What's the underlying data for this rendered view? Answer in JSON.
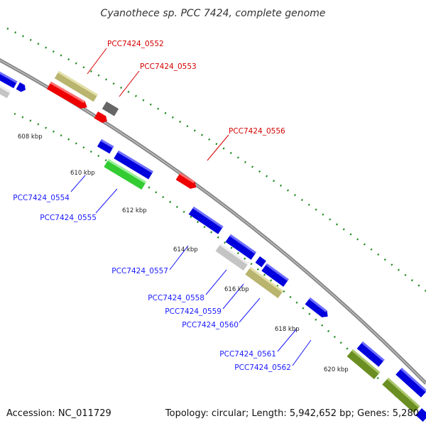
{
  "title": "Cyanothece sp. PCC 7424, complete genome",
  "footer": {
    "accession": "Accession: NC_011729",
    "topology": "Topology: circular; Length: 5,942,652 bp; Genes: 5,280"
  },
  "scale_labels": [
    "608 kbp",
    "610 kbp",
    "612 kbp",
    "614 kbp",
    "616 kbp",
    "618 kbp",
    "620 kbp"
  ],
  "genes": [
    {
      "id": "PCC7424_0552",
      "color": "red"
    },
    {
      "id": "PCC7424_0553",
      "color": "red"
    },
    {
      "id": "PCC7424_0556",
      "color": "red"
    },
    {
      "id": "PCC7424_0554",
      "color": "blue"
    },
    {
      "id": "PCC7424_0555",
      "color": "blue"
    },
    {
      "id": "PCC7424_0557",
      "color": "blue"
    },
    {
      "id": "PCC7424_0558",
      "color": "blue"
    },
    {
      "id": "PCC7424_0559",
      "color": "blue"
    },
    {
      "id": "PCC7424_0560",
      "color": "blue"
    },
    {
      "id": "PCC7424_0561",
      "color": "blue"
    },
    {
      "id": "PCC7424_0562",
      "color": "blue"
    }
  ],
  "colors": {
    "backbone": "#8a8a8a",
    "gc_ticks": "#1f8a1f",
    "blue_feature": "#0000dd",
    "red_feature": "#ee0000",
    "khaki_feature": "#b9b46e",
    "green_feature": "#33cc33",
    "olive_feature": "#6b8e23",
    "gray_feature": "#c0c0c0",
    "dark_gray_feature": "#666666",
    "label_red": "#d40000",
    "label_blue": "#1a1aff"
  }
}
